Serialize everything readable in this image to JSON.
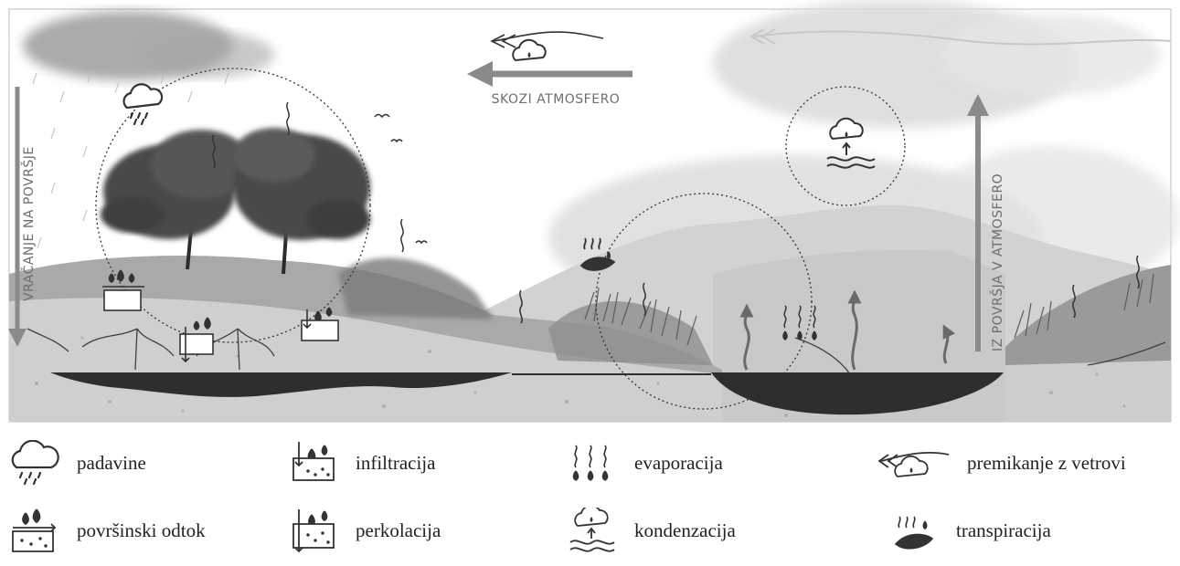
{
  "arrows": {
    "through_atmosphere": "SKOZI ATMOSFERO",
    "back_to_surface": "VRAČANJE NA POVRŠJE",
    "surface_to_atmosphere": "IZ POVRŠJA V ATMOSFERO"
  },
  "legend": [
    {
      "icon": "rain-cloud-icon",
      "label": "padavine"
    },
    {
      "icon": "infiltration-icon",
      "label": "infiltracija"
    },
    {
      "icon": "evaporation-icon",
      "label": "evaporacija"
    },
    {
      "icon": "wind-movement-icon",
      "label": "premikanje z vetrovi"
    },
    {
      "icon": "surface-runoff-icon",
      "label": "površinski odtok"
    },
    {
      "icon": "percolation-icon",
      "label": "perkolacija"
    },
    {
      "icon": "condensation-icon",
      "label": "kondenzacija"
    },
    {
      "icon": "transpiration-icon",
      "label": "transpiracija"
    }
  ],
  "colors": {
    "arrow": "#8a8a8a",
    "water": "#2e2e2e",
    "tree": "#4a4a4a",
    "icon": "#333333"
  }
}
